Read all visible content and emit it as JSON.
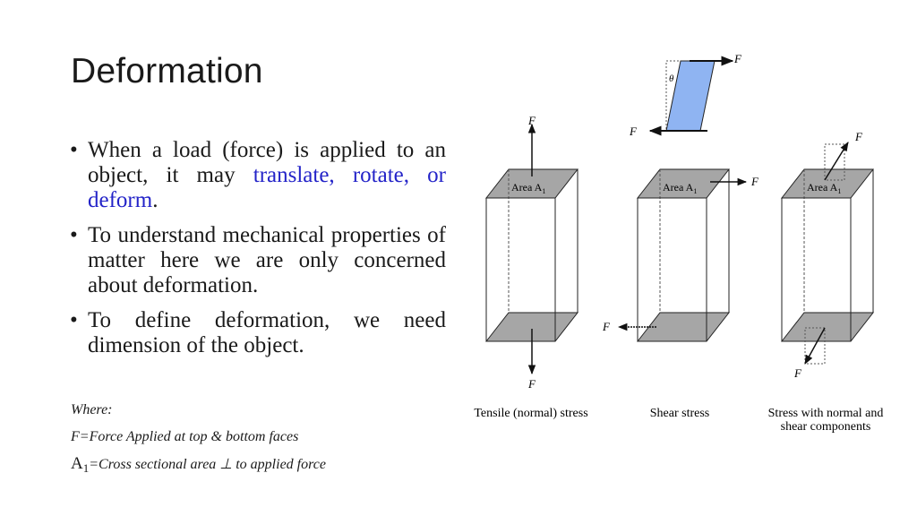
{
  "slide": {
    "title": "Deformation",
    "bullets": [
      {
        "pre": "When a load (force) is applied to an object, it may ",
        "highlight": "translate, rotate, or deform",
        "post": "."
      },
      {
        "text": "To understand mechanical properties of matter here we are only concerned about deformation."
      },
      {
        "text": "To define deformation, we need dimension of the object."
      }
    ],
    "bullet_symbol": "•",
    "notes": {
      "where": "Where:",
      "force": "F=Force Applied at top & bottom faces",
      "area_symbol": "A",
      "area_subscript": "1",
      "area_text": "=Cross sectional area ⊥ to applied force"
    },
    "highlight_color": "#2323c8"
  },
  "figure": {
    "force_label": "F",
    "theta_label": "θ",
    "area_label": "Area A",
    "area_subscript": "1",
    "captions": {
      "tensile": "Tensile (normal) stress",
      "shear": "Shear stress",
      "combined_line1": "Stress with normal and",
      "combined_line2": "shear components"
    },
    "colors": {
      "face": "#a6a6a6",
      "shear_fill": "#8fb4f2"
    }
  }
}
